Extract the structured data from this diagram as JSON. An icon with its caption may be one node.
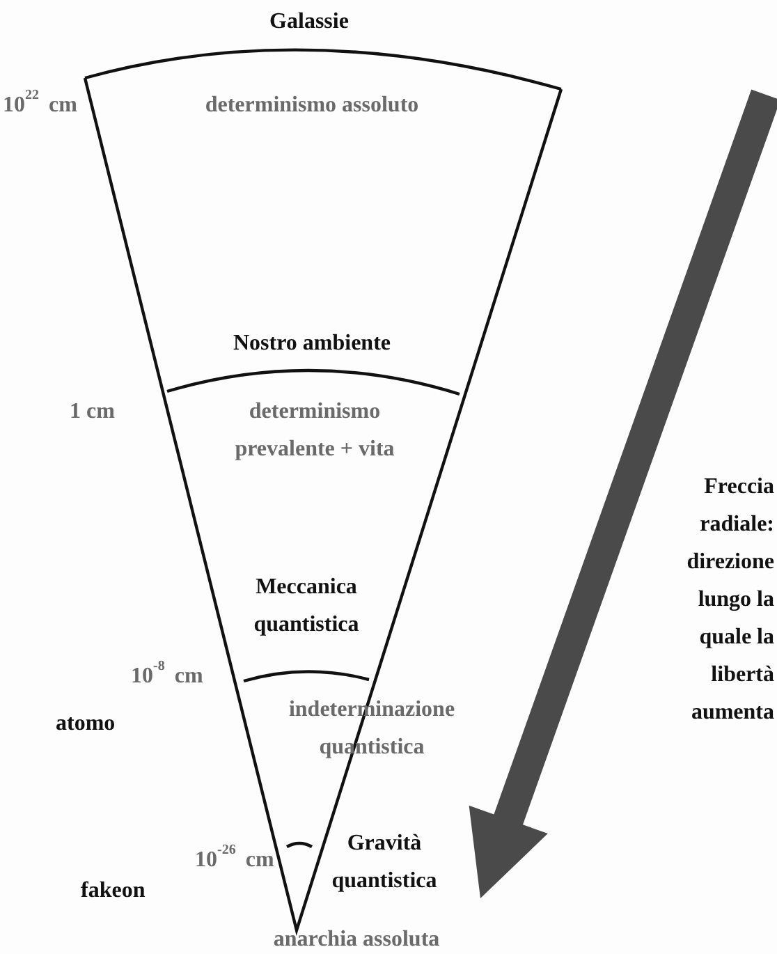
{
  "diagram": {
    "labels": [
      "Galassie",
      "10$^{22}$ cm",
      "determinismo assoluto",
      "Nostro ambiente",
      "1 cm",
      "determinismo prevalente + vita",
      "Meccanica quantistica",
      "Freccia radiale: direzione lungo la quale la libertà aumenta",
      "10$^{-8}$ cm",
      "atomo",
      "indeterminazione quantistica",
      "10$^{-26}$ cm",
      "Gravità quantistica",
      "fakeon",
      "anarchia assoluta"
    ]
  }
}
